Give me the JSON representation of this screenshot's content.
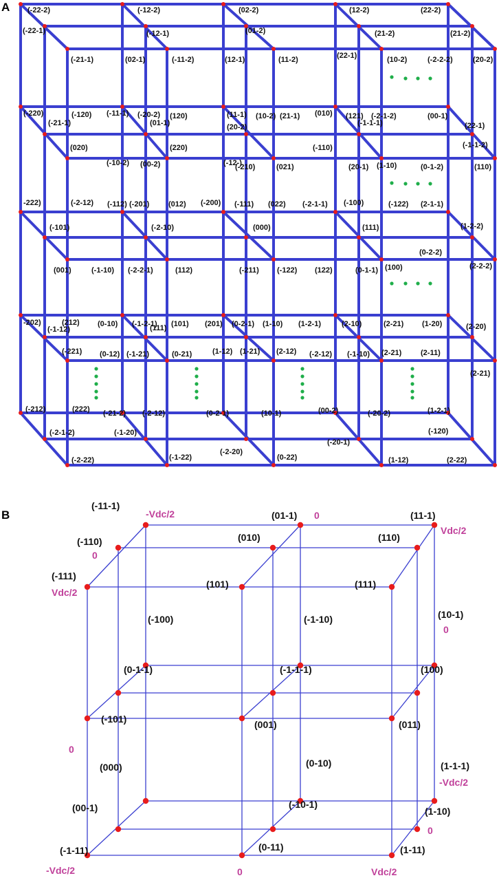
{
  "panels": {
    "a": "A",
    "b": "B"
  },
  "colors": {
    "line": "#3a3fd0",
    "node": "#e81c1c",
    "dots": "#1fae4a",
    "text": "#111111",
    "voltage": "#c0409a"
  },
  "panel_a": {
    "labels": [
      "(-22-2)",
      "(-12-2)",
      "(02-2)",
      "(12-2)",
      "(22-2)",
      "(-22-1)",
      "(-12-1)",
      "(01-2)",
      "(21-2)",
      "(21-2)",
      "(-21-1)",
      "(02-1)",
      "(-11-2)",
      "(12-1)",
      "(11-2)",
      "(22-1)",
      "(10-2)",
      "(-2-2-2)",
      "(20-2)",
      "(-220)",
      "(-120)",
      "(-11-1)",
      "(-20-2)",
      "(120)",
      "(11-1)",
      "(10-2)",
      "(21-1)",
      "(010)",
      "(121)",
      "(-2-1-2)",
      "(00-1)",
      "(-21-1)",
      "(01-1)",
      "(20-2)",
      "(-1-1-1)",
      "(22-1)",
      "(020)",
      "(220)",
      "(-110)",
      "(-1-1-2)",
      "(-10-2)",
      "(00-2)",
      "(-12-)",
      "(-210)",
      "(021)",
      "(20-1)",
      "(1-10)",
      "(0-1-2)",
      "(110)",
      "-222)",
      "(-2-12)",
      "(-112)",
      "(-201)",
      "(012)",
      "(-200)",
      "(-111)",
      "(022)",
      "(-2-1-1)",
      "(-100)",
      "(-122)",
      "(2-1-1)",
      "(-101)",
      "(-2-10)",
      "(000)",
      "(111)",
      "(1-2-2)",
      "(0-2-2)",
      "(001)",
      "(-1-10)",
      "(-2-2-1)",
      "(112)",
      "(-211)",
      "(-122)",
      "(122)",
      "(0-1-1)",
      "(100)",
      "(2-2-2)",
      "-202)",
      "(212)",
      "(0-10)",
      "(-1-2-1)",
      "(101)",
      "(201)",
      "(0-2-1)",
      "(1-10)",
      "(1-2-1)",
      "(2-10)",
      "(2-21)",
      "(1-20)",
      "(-1-12)",
      "(111)",
      "(2-20)",
      "(-221)",
      "(0-12)",
      "(-1-21)",
      "(0-21)",
      "(1-12)",
      "(1-21)",
      "(2-12)",
      "(-2-12)",
      "(-1-10)",
      "(2-21)",
      "(2-11)",
      "(2-21)",
      "(-212)",
      "(222)",
      "(-21-2)",
      "(-2-12)",
      "(0-2-1)",
      "(10-1)",
      "(00-2)",
      "(-20-2)",
      "(1-2-1)",
      "(-2-1-2)",
      "(-1-20)",
      "(-120)",
      "(-20-1)",
      "(-2-22)",
      "(-1-22)",
      "(-2-20)",
      "(0-22)",
      "(1-12)",
      "(2-22)"
    ]
  },
  "panel_b": {
    "labels": [
      "(-11-1)",
      "(01-1)",
      "(11-1)",
      "(-110)",
      "(010)",
      "(110)",
      "(-111)",
      "(101)",
      "(111)",
      "(-100)",
      "(-1-10)",
      "(10-1)",
      "(0-1-1)",
      "(-1-1-1)",
      "(100)",
      "(-101)",
      "(001)",
      "(011)",
      "(000)",
      "(0-10)",
      "(1-1-1)",
      "(00-1)",
      "(-10-1)",
      "(1-10)",
      "(-1-11)",
      "(0-11)",
      "(1-11)"
    ],
    "voltages": [
      "-Vdc/2",
      "0",
      "Vdc/2",
      "0",
      "Vdc/2",
      "0",
      "0",
      "0",
      "-Vdc/2",
      "0",
      "-Vdc/2",
      "0",
      "Vdc/2"
    ]
  }
}
